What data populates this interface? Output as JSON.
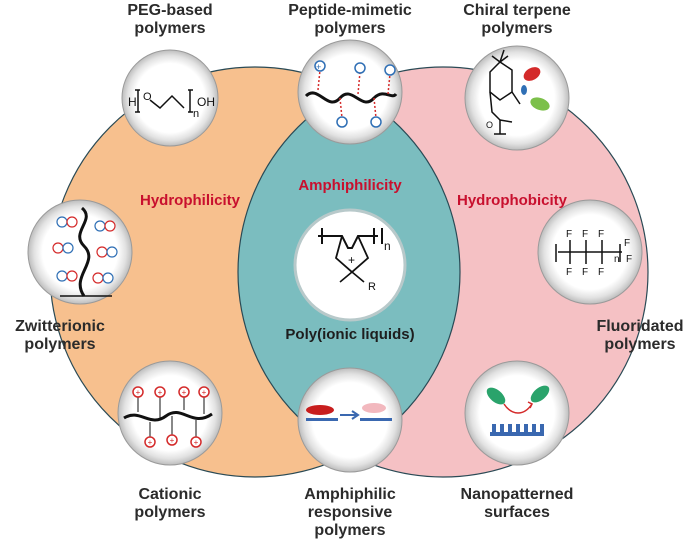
{
  "colors": {
    "hydrophilic": "#f7c08e",
    "hydrophobic": "#f5c1c4",
    "amphiphilic": "#7bbdbf",
    "region_text": "#c8102e",
    "charge_red": "#d42a2a",
    "charge_blue": "#2f6fb5",
    "bead_blue": "#3a68b0"
  },
  "regions": {
    "hydrophilic": "Hydrophilicity",
    "amphiphilic": "Amphiphilicity",
    "hydrophobic": "Hydrophobicity"
  },
  "center": {
    "label": "Poly(ionic liquids)",
    "n": "n",
    "r": "R",
    "plus": "+"
  },
  "nodes": {
    "peg": {
      "line1": "PEG-based",
      "line2": "polymers",
      "formula": {
        "h": "H",
        "o": "O",
        "n": "n",
        "oh": "OH"
      }
    },
    "peptide": {
      "line1": "Peptide-mimetic",
      "line2": "polymers",
      "charge": "+"
    },
    "terpene": {
      "line1": "Chiral terpene",
      "line2": "polymers",
      "o": "O"
    },
    "zwitterionic": {
      "line1": "Zwitterionic",
      "line2": "polymers"
    },
    "fluoridated": {
      "line1": "Fluoridated",
      "line2": "polymers",
      "f": "F",
      "n": "n"
    },
    "cationic": {
      "line1": "Cationic",
      "line2": "polymers",
      "charge": "+"
    },
    "amph_responsive": {
      "line1": "Amphiphilic",
      "line2": "responsive",
      "line3": "polymers"
    },
    "nanopatterned": {
      "line1": "Nanopatterned",
      "line2": "surfaces"
    }
  }
}
